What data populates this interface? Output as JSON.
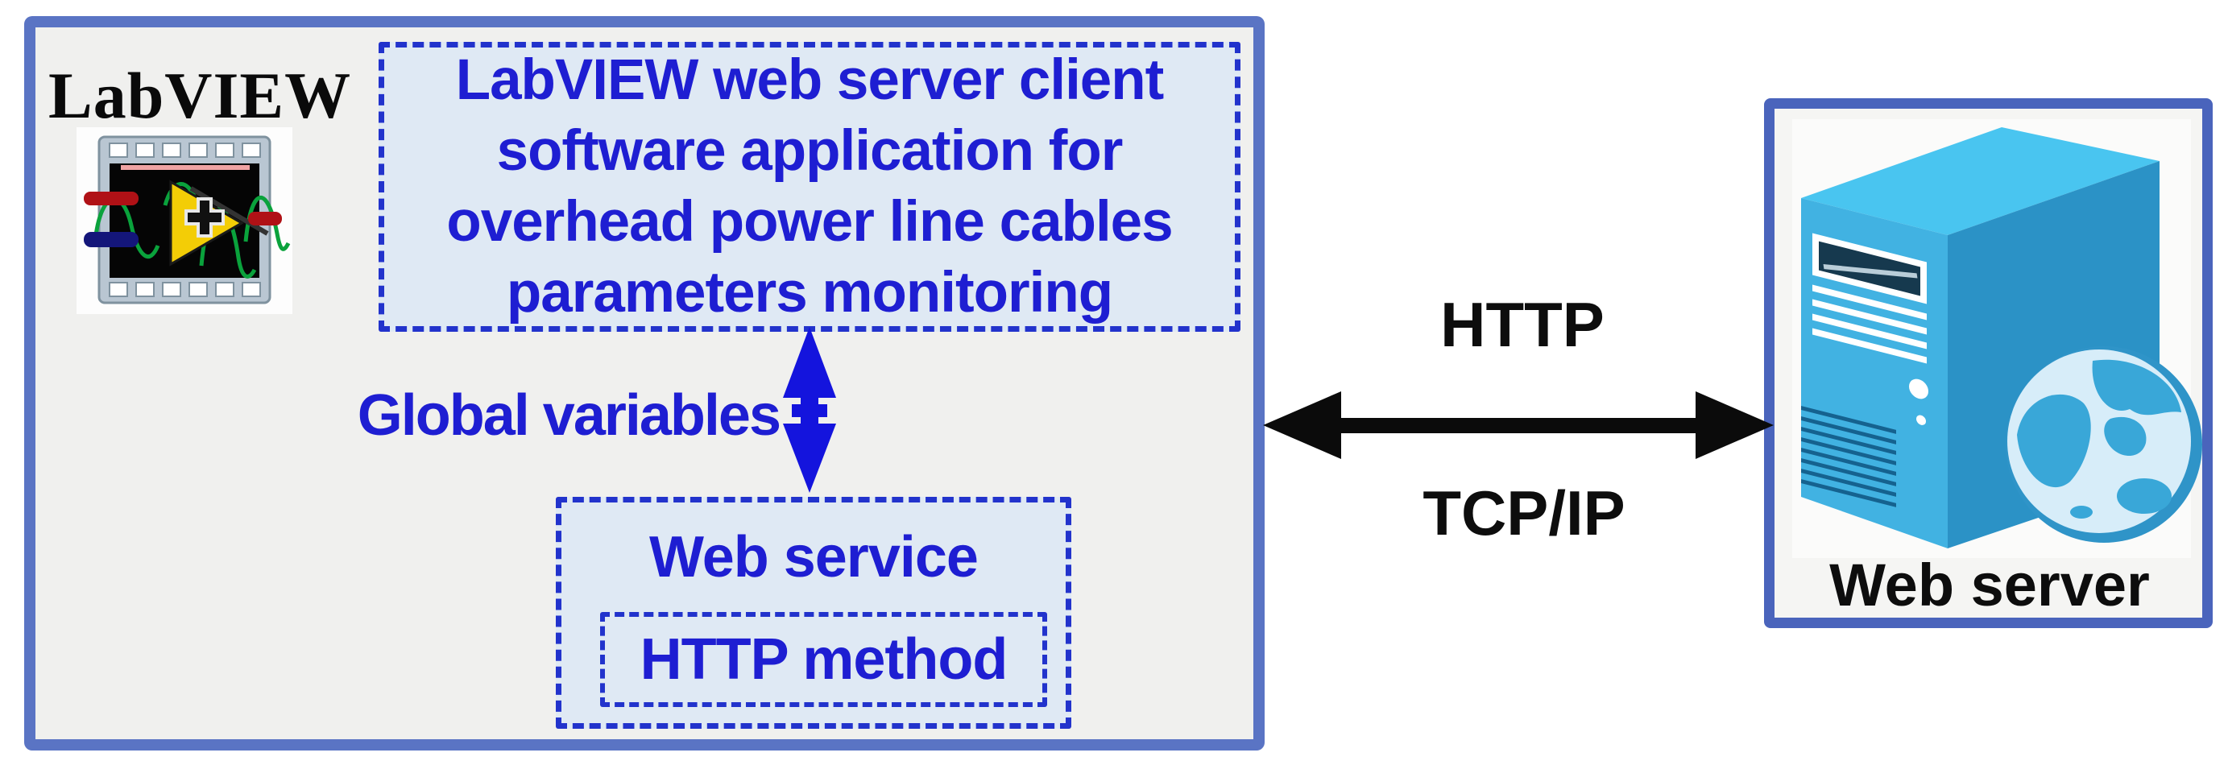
{
  "diagram": {
    "labview_label": "LabVIEW",
    "client_box": {
      "lines": [
        "LabVIEW web server client",
        "software application for",
        "overhead power line cables",
        "parameters monitoring"
      ]
    },
    "global_variables_label": "Global variables",
    "web_service_label": "Web service",
    "http_method_label": "HTTP method",
    "link": {
      "top_label": "HTTP",
      "bottom_label": "TCP/IP"
    },
    "web_server_label": "Web server",
    "icons": {
      "left": "labview-icon",
      "right": "web-server-icon",
      "vertical_arrow": "double-arrow-vertical-icon",
      "horizontal_arrow": "double-arrow-horizontal-icon"
    },
    "colors": {
      "blue_text": "#1e1ed2",
      "dashed_border": "#2233cc",
      "dashed_fill": "#dfe9f4",
      "left_box_border": "#5a74c4",
      "left_box_fill": "#f0f0ee",
      "right_box_border": "#4a64bc",
      "black_text": "#0d0d0d",
      "arrow_blue": "#1414dd",
      "arrow_black": "#0b0b0b",
      "server_front": "#41b2e2",
      "server_top": "#49c5f0",
      "server_side": "#2b92c6",
      "globe_water": "#d7edf9",
      "globe_land": "#39a7d8"
    }
  }
}
